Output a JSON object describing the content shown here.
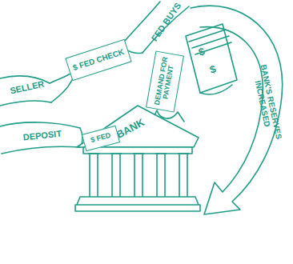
{
  "diagram": {
    "nodes": [
      {
        "text": [
          "$ FED CHECK"
        ]
      },
      {
        "text": [
          "DEMAND FOR PAYMENT"
        ]
      },
      {
        "text": [
          "BANK"
        ]
      },
      {
        "text": [
          "$ FED"
        ]
      }
    ],
    "labels": [
      "FED BUYS",
      "SELLER",
      "DEPOSIT",
      "$",
      "$",
      "BANK'S RESERVES INCREASED"
    ]
  }
}
